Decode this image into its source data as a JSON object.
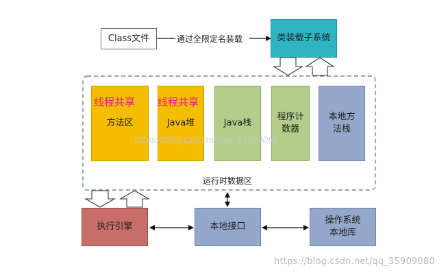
{
  "nodes": {
    "class_file": "Class文件",
    "class_loader": "类装载子系统",
    "method_area": "方法区",
    "java_heap": "Java堆",
    "java_stack": "Java栈",
    "pc_register": "程序计数器",
    "native_method_stack": "本地方法栈",
    "execution_engine": "执行引擎",
    "native_interface": "本地接口",
    "os_native_lib": "操作系统本地库"
  },
  "labels": {
    "load_path": "通过全限定名装载",
    "runtime_area": "运行时数据区",
    "shared_1": "线程共享",
    "shared_2": "线程共享"
  },
  "watermark": {
    "footer": "https://blog.csdn.net/qq_35909080",
    "center": "https://blog.csdn.net/qq_35909080"
  },
  "colors": {
    "yellow": "#f4bd00",
    "green": "#b5cd8a",
    "blue": "#93a8cb",
    "teal": "#2fb4c4",
    "red": "#c76d6a",
    "shared_text": "#e8189a",
    "dashed": "#6f8d7d"
  }
}
